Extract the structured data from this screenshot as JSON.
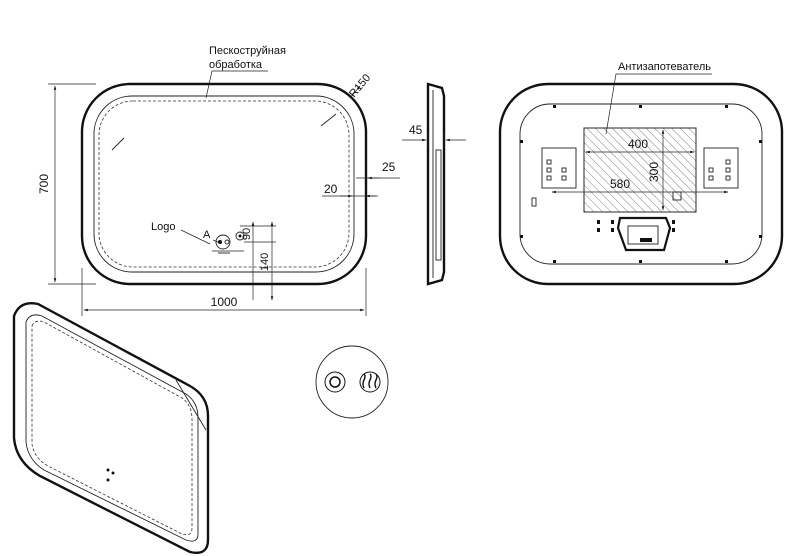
{
  "front_view": {
    "label_sandblast_line1": "Пескоструйная",
    "label_sandblast_line2": "обработка",
    "label_radius": "R150",
    "label_logo": "Logo",
    "label_a": "A",
    "dim_width": "1000",
    "dim_height": "700",
    "dim_right_25": "25",
    "dim_right_20": "20",
    "dim_90": "90",
    "dim_140": "140"
  },
  "side_view": {
    "dim_depth": "45"
  },
  "back_view": {
    "label_antifog": "Антизапотеватель",
    "dim_400": "400",
    "dim_300": "300",
    "dim_580": "580"
  },
  "colors": {
    "line": "#111111",
    "background": "#ffffff",
    "hatch": "#666666"
  }
}
